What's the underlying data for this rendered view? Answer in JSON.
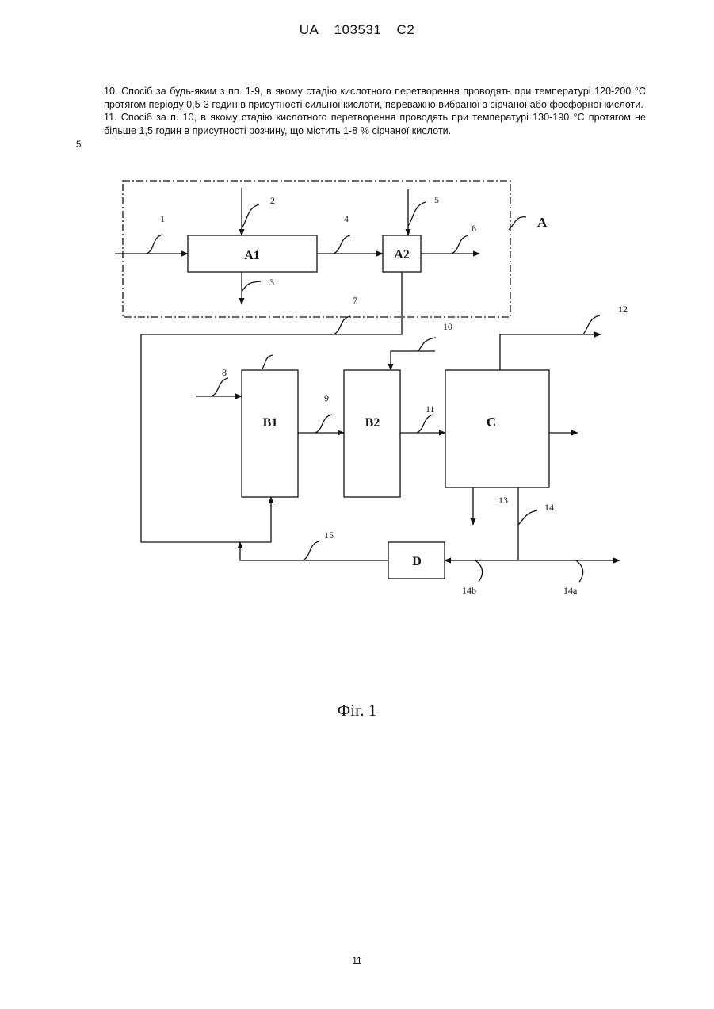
{
  "header": {
    "country": "UA",
    "number": "103531",
    "kind": "C2"
  },
  "claims": [
    "10. Спосіб за будь-яким з пп. 1-9, в якому стадію кислотного перетворення проводять при температурі 120-200 °С протягом періоду 0,5-3 годин в присутності сильної кислоти, переважно вибраної з сірчаної або фосфорної кислоти.",
    "11. Спосіб за п. 10, в якому стадію кислотного перетворення проводять при температурі 130-190 °С протягом не більше 1,5 годин в присутності розчину, що містить 1-8 % сірчаної кислоти."
  ],
  "line_number": "5",
  "diagram": {
    "group_label": "A",
    "blocks": {
      "a1": "A1",
      "a2": "A2",
      "b1": "B1",
      "b2": "B2",
      "c": "C",
      "d": "D"
    },
    "streams": {
      "s1": "1",
      "s2": "2",
      "s3": "3",
      "s4": "4",
      "s5": "5",
      "s6": "6",
      "s7": "7",
      "s8": "8",
      "s9": "9",
      "s10": "10",
      "s11": "11",
      "s12": "12",
      "s13": "13",
      "s14": "14",
      "s14a": "14a",
      "s14b": "14b",
      "s15": "15"
    }
  },
  "figure_caption": "Фіг. 1",
  "page_number": "11"
}
